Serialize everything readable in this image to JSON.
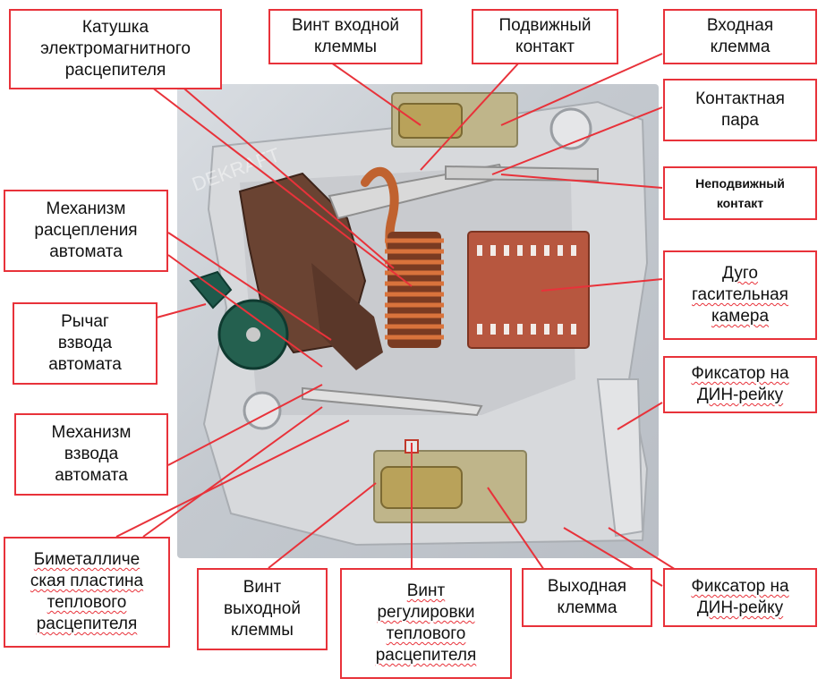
{
  "watermark": "DEKRAFT",
  "colors": {
    "leader": "#e8323a",
    "housing": "#cfd2d6",
    "brown": "#6a4332",
    "copper": "#c0622f",
    "arc_chamber": "#b7573f",
    "green_lever": "#1f5a4c",
    "metal": "#c8c8c8",
    "brass": "#b3a160"
  },
  "labels": {
    "coil": "Катушка\nэлектромагнитного\nрасцепителя",
    "input_screw": "Винт входной\nклеммы",
    "moving_contact": "Подвижный\nконтакт",
    "input_terminal": "Входная\nклемма",
    "contact_pair": "Контактная\nпара",
    "fixed_contact": "Неподвижный\nконтакт",
    "trip_mechanism": "Механизм\nрасцепления\nавтомата",
    "arc_chamber": "Дуго\nгасительная\nкамера",
    "lever": "Рычаг\nвзвода\nавтомата",
    "din_clip_right": "Фиксатор на\nДИН-рейку",
    "cocking_mechanism": "Механизм\nвзвода\nавтомата",
    "bimetal": "Биметалличе\nская пластина\nтеплового\nрасцепителя",
    "output_screw": "Винт\nвыходной\nклеммы",
    "thermal_adjust_screw": "Винт\nрегулировки\nтеплового\nрасцепителя",
    "output_terminal": "Выходная\nклемма",
    "din_clip_bottom": "Фиксатор на\nДИН-рейку"
  }
}
